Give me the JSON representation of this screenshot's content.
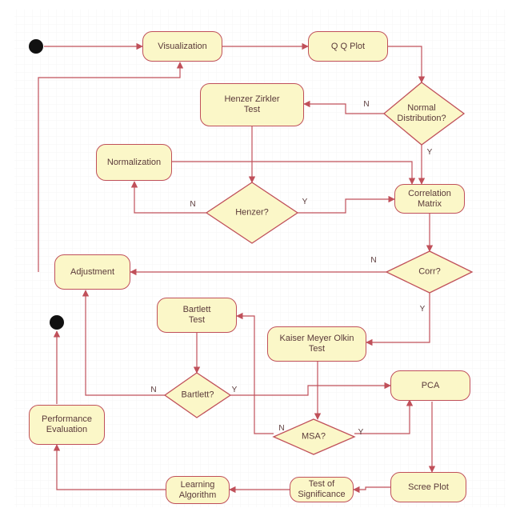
{
  "colors": {
    "node_fill": "#fbf7c8",
    "stroke": "#c0505a",
    "grid": "#eeeeee",
    "text": "#5a3a3a",
    "terminal": "#111111"
  },
  "nodes": {
    "visualization": "Visualization",
    "qq_plot": "Q Q Plot",
    "henzer_test": "Henzer Zirkler\nTest",
    "normalization": "Normalization",
    "correlation_matrix": "Correlation\nMatrix",
    "adjustment": "Adjustment",
    "bartlett_test": "Bartlett\nTest",
    "kmo": "Kaiser Meyer Olkin\nTest",
    "pca": "PCA",
    "performance": "Performance\nEvaluation",
    "learning": "Learning\nAlgorithm",
    "significance": "Test of\nSignificance",
    "scree": "Scree Plot"
  },
  "decisions": {
    "normal_distribution": "Normal\nDistribution?",
    "henzer": "Henzer?",
    "corr": "Corr?",
    "bartlett": "Bartlett?",
    "msa": "MSA?"
  },
  "flow_labels": {
    "normal_no": "N",
    "normal_yes": "Y",
    "henzer_no": "N",
    "henzer_yes": "Y",
    "corr_no": "N",
    "corr_yes": "Y",
    "bartlett_no": "N",
    "bartlett_yes": "Y",
    "msa_no": "N",
    "msa_yes": "Y"
  }
}
